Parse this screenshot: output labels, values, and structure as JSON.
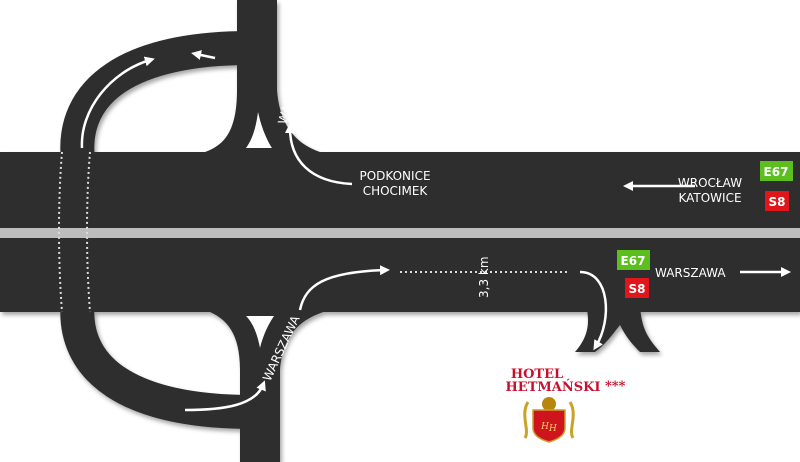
{
  "labels": {
    "podkonice": "PODKONICE",
    "chocimek": "CHOCIMEK",
    "wroclaw": "WROCŁAW",
    "katowice": "KATOWICE",
    "warszawa_right": "WARSZAWA",
    "warszawa_top": "WARSZAWA",
    "warszawa_bottom": "WARSZAWA",
    "distance": "3,3 km"
  },
  "shields": {
    "e67_top": "E67",
    "s8_top": "S8",
    "e67_bottom": "E67",
    "s8_bottom": "S8"
  },
  "hotel": {
    "line1": "HOTEL",
    "line2": "HETMAŃSKI",
    "stars": "***",
    "monogram": "HH"
  },
  "colors": {
    "road": "#2e2e2e",
    "median": "#bdbdbd",
    "e_route": "#5cbf1f",
    "s_route": "#e0161b",
    "hotel": "#c8102e"
  }
}
